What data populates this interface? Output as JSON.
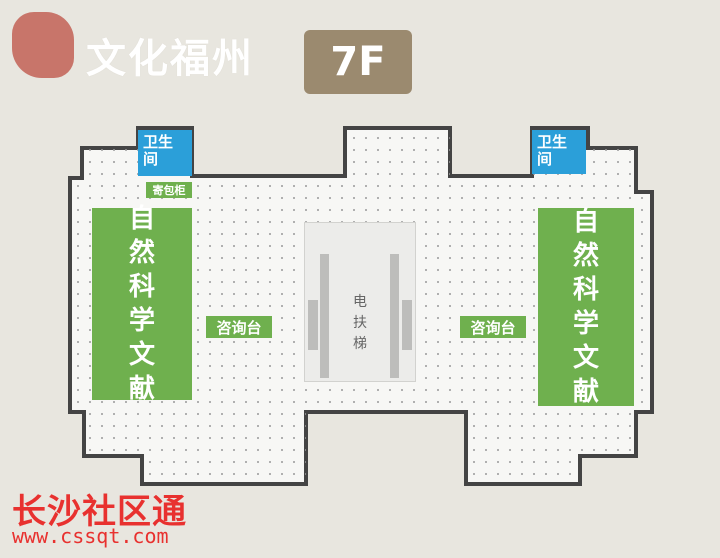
{
  "header": {
    "seal_text": "",
    "title": "文化福州",
    "floor": "7F"
  },
  "colors": {
    "background": "#e8e6df",
    "floor_fill": "#f7f7f5",
    "outline": "#444444",
    "green": "#6fb04e",
    "blue": "#2b9fd9",
    "badge": "#9b8a6f",
    "watermark": "#e8312f"
  },
  "areas": {
    "left_section": "自然科学文献",
    "right_section": "自然科学文献",
    "restroom_left_line1": "卫生",
    "restroom_left_line2": "间",
    "restroom_right_line1": "卫生",
    "restroom_right_line2": "间",
    "locker": "寄包柜",
    "info_left": "咨询台",
    "info_right": "咨询台",
    "escalator_chars": [
      "电",
      "扶",
      "梯"
    ]
  },
  "watermark": {
    "name": "长沙社区通",
    "url": "www.cssqt.com"
  }
}
